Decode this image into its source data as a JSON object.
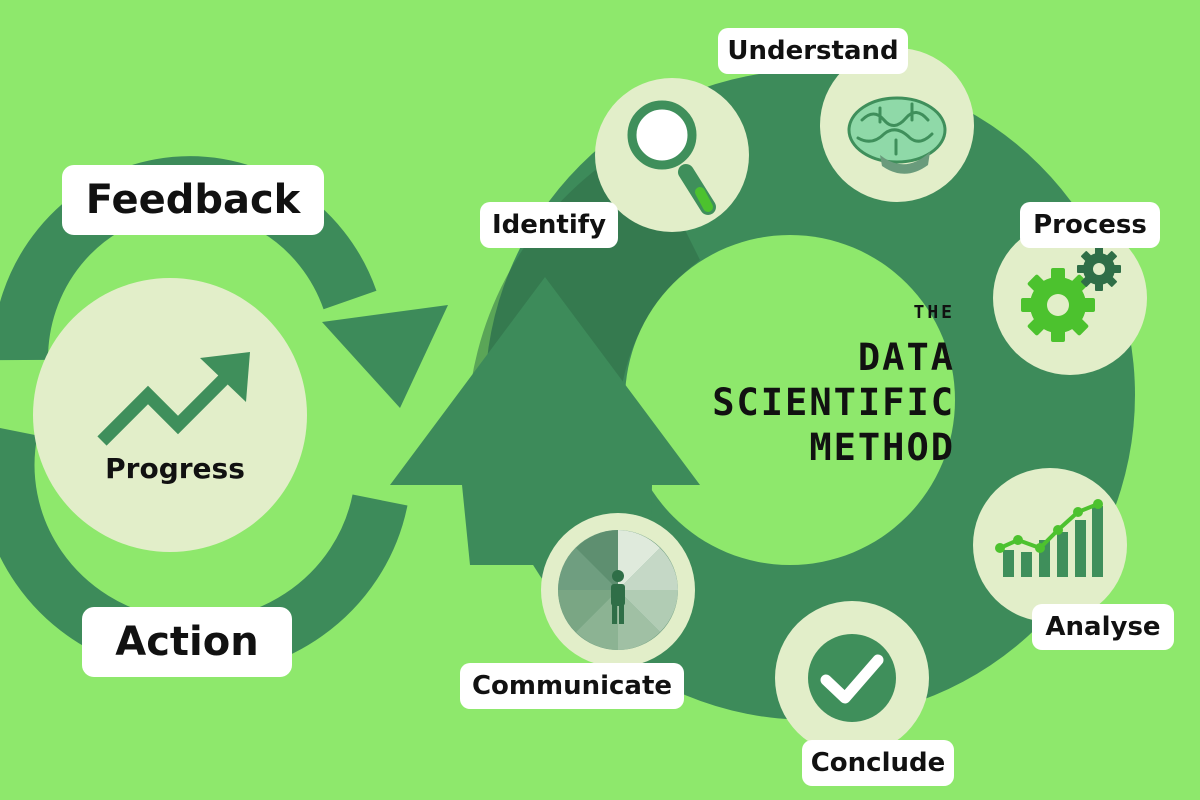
{
  "title": {
    "prefix": "THE",
    "lines": [
      "DATA",
      "SCIENTIFIC",
      "METHOD"
    ]
  },
  "left_cycle": {
    "feedback": "Feedback",
    "action": "Action",
    "progress": "Progress"
  },
  "steps": {
    "identify": "Identify",
    "understand": "Understand",
    "process": "Process",
    "analyse": "Analyse",
    "conclude": "Conclude",
    "communicate": "Communicate"
  },
  "icons": [
    "trend-arrow-icon",
    "magnifier-icon",
    "brain-icon",
    "gears-icon",
    "bar-chart-icon",
    "checkmark-icon",
    "person-pie-icon"
  ],
  "colors": {
    "background": "#8ee86c",
    "ring": "#3d8b5a",
    "inner_circle": "#8ee86c",
    "icon_circle": "#e2eec9",
    "icon_green": "#3f8f5b",
    "bright_green": "#4cc22e"
  }
}
